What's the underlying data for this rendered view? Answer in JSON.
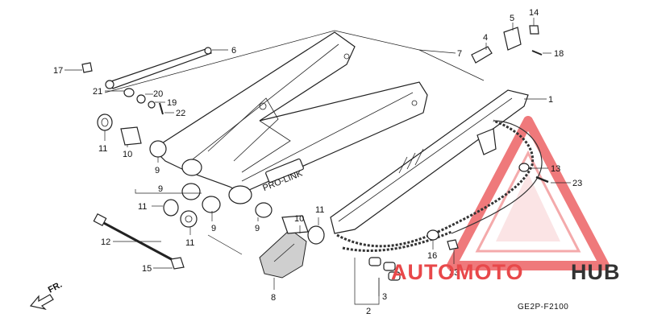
{
  "diagram": {
    "code": "GE2P-F2100",
    "direction_label": "FR.",
    "brand": {
      "left": "AUTOMOTO",
      "right": "HUB",
      "left_color": "#e8484a",
      "right_color": "#333333"
    },
    "swingarm_decal": "PRO-LINK",
    "callouts": [
      {
        "id": "c1",
        "text": "1"
      },
      {
        "id": "c2",
        "text": "2"
      },
      {
        "id": "c3",
        "text": "3"
      },
      {
        "id": "c4",
        "text": "4"
      },
      {
        "id": "c5",
        "text": "5"
      },
      {
        "id": "c6",
        "text": "6"
      },
      {
        "id": "c7",
        "text": "7"
      },
      {
        "id": "c8",
        "text": "8"
      },
      {
        "id": "c9a",
        "text": "9"
      },
      {
        "id": "c9b",
        "text": "9"
      },
      {
        "id": "c9c",
        "text": "9"
      },
      {
        "id": "c9d",
        "text": "9"
      },
      {
        "id": "c10a",
        "text": "10"
      },
      {
        "id": "c10b",
        "text": "10"
      },
      {
        "id": "c11a",
        "text": "11"
      },
      {
        "id": "c11b",
        "text": "11"
      },
      {
        "id": "c11c",
        "text": "11"
      },
      {
        "id": "c11d",
        "text": "11"
      },
      {
        "id": "c12",
        "text": "12"
      },
      {
        "id": "c13",
        "text": "13"
      },
      {
        "id": "c14",
        "text": "14"
      },
      {
        "id": "c15",
        "text": "15"
      },
      {
        "id": "c16",
        "text": "16"
      },
      {
        "id": "c17",
        "text": "17"
      },
      {
        "id": "c18",
        "text": "18"
      },
      {
        "id": "c19",
        "text": "19"
      },
      {
        "id": "c20",
        "text": "20"
      },
      {
        "id": "c21",
        "text": "21"
      },
      {
        "id": "c22",
        "text": "22"
      },
      {
        "id": "c23a",
        "text": "23"
      },
      {
        "id": "c23b",
        "text": "23"
      }
    ]
  }
}
